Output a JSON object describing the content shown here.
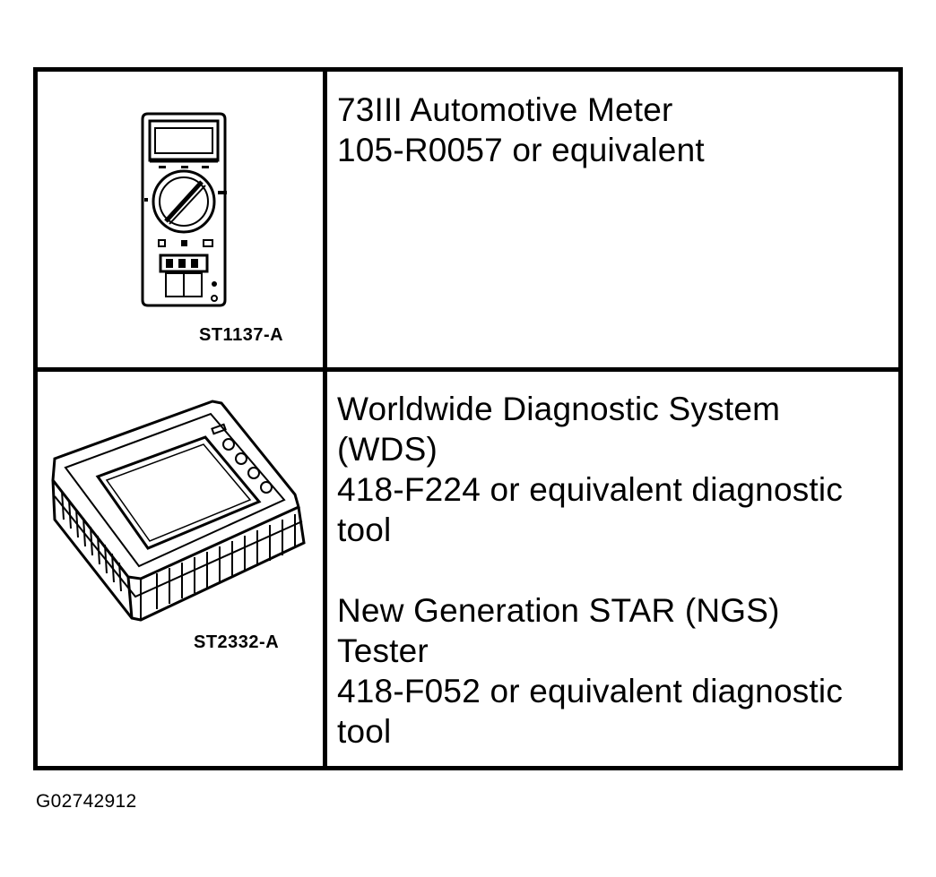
{
  "tools": [
    {
      "illustration": "multimeter-illustration",
      "figure_label": "ST1137-A",
      "lines": [
        "73III Automotive Meter",
        "105-R0057 or equivalent"
      ]
    },
    {
      "illustration": "diagnostic-tester-illustration",
      "figure_label": "ST2332-A",
      "group1": [
        "Worldwide Diagnostic System",
        "(WDS)",
        "418-F224 or equivalent diagnostic",
        "tool"
      ],
      "group2": [
        "New Generation STAR (NGS)",
        "Tester",
        "418-F052 or equivalent diagnostic",
        "tool"
      ]
    }
  ],
  "figure_id": "G02742912"
}
